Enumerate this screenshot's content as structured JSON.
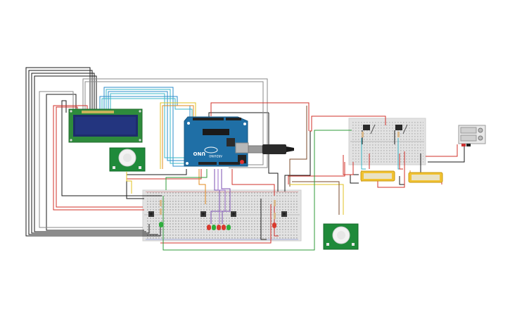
{
  "board": {
    "brand": "UNO",
    "subtitle": "ARDUINO"
  },
  "colors": {
    "red": "#d0302a",
    "black": "#1a1a1a",
    "gray": "#8a8a8a",
    "blue": "#2b8ccb",
    "cyan": "#39b7c7",
    "green": "#2f9b3a",
    "yellow": "#e0c020",
    "orange": "#e38a1e",
    "brown": "#7a4a2a",
    "purple": "#7b4fb0",
    "board": "#1f6fa6",
    "breadboard": "#e4e4e4",
    "lcd_pcb": "#2e8b3c",
    "lcd_screen": "#1d2c6b",
    "pir_pcb": "#1f8a3a"
  },
  "components": {
    "lcd": "lcd-16x2",
    "pir_sensors": 2,
    "main_breadboard": "breadboard-large",
    "mini_breadboard": "breadboard-small",
    "leds": [
      "red",
      "red",
      "green",
      "red",
      "green",
      "red"
    ],
    "battery_packs": 2,
    "relay_modules": 2
  }
}
